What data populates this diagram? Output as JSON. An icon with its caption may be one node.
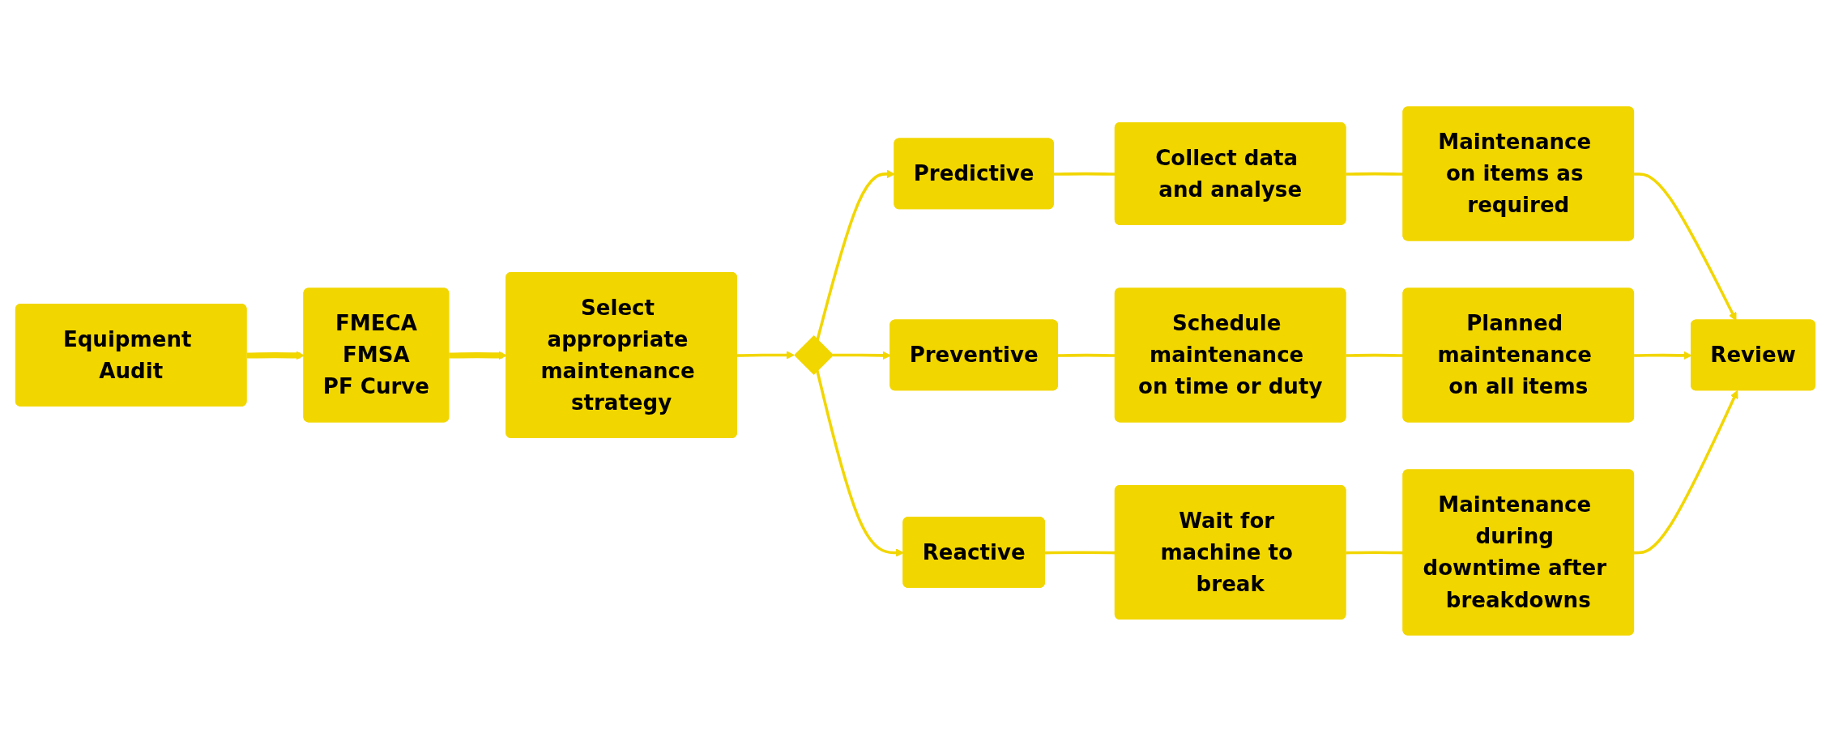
{
  "diagram": {
    "nodes": [
      {
        "text": [
          "Equipment Audit"
        ]
      },
      {
        "text": [
          "FMECA",
          "FMSA",
          "PF Curve"
        ]
      },
      {
        "text": [
          "Select appropriate maintenance strategy"
        ]
      },
      {
        "text": [],
        "shape": "diamond"
      },
      {
        "text": [
          "Predictive"
        ]
      },
      {
        "text": [
          "Collect data and analyse"
        ]
      },
      {
        "text": [
          "Maintenance on items as required"
        ]
      },
      {
        "text": [
          "Preventive"
        ]
      },
      {
        "text": [
          "Schedule maintenance on time or duty"
        ]
      },
      {
        "text": [
          "Planned maintenance on all items"
        ]
      },
      {
        "text": [
          "Reactive"
        ]
      },
      {
        "text": [
          "Wait for machine to break"
        ]
      },
      {
        "text": [
          "Maintenance during downtime after breakdowns"
        ]
      },
      {
        "text": [
          "Review"
        ]
      }
    ],
    "edges": [
      {
        "from": 0,
        "to": 1,
        "arrow": "to",
        "style": "thick"
      },
      {
        "from": 1,
        "to": 2,
        "arrow": "to",
        "style": "thick"
      },
      {
        "from": 2,
        "to": 3,
        "arrow": "to"
      },
      {
        "from": 3,
        "to": 4,
        "arrow": "to"
      },
      {
        "from": 3,
        "to": 7,
        "arrow": "to"
      },
      {
        "from": 3,
        "to": 10,
        "arrow": "to"
      },
      {
        "from": 4,
        "to": 5,
        "arrow": "none"
      },
      {
        "from": 5,
        "to": 6,
        "arrow": "none"
      },
      {
        "from": 6,
        "to": 13,
        "arrow": "to"
      },
      {
        "from": 7,
        "to": 8,
        "arrow": "none"
      },
      {
        "from": 8,
        "to": 9,
        "arrow": "none"
      },
      {
        "from": 9,
        "to": 13,
        "arrow": "to"
      },
      {
        "from": 10,
        "to": 11,
        "arrow": "none"
      },
      {
        "from": 11,
        "to": 12,
        "arrow": "none"
      },
      {
        "from": 12,
        "to": 13,
        "arrow": "to"
      }
    ]
  }
}
